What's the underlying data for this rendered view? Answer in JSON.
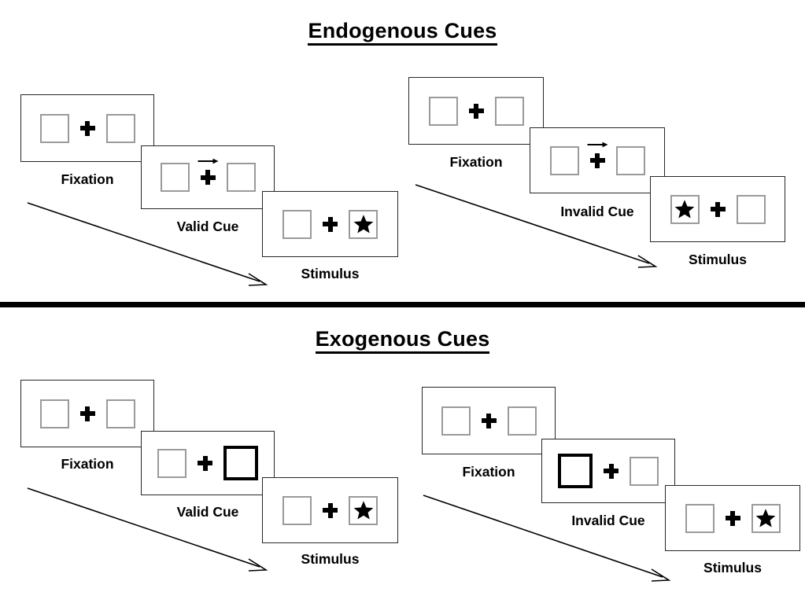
{
  "sections": [
    {
      "id": "endogenous",
      "title": "Endogenous Cues",
      "groups": [
        {
          "id": "endogenous-valid",
          "panels": [
            {
              "caption": "Fixation",
              "cue": "none",
              "left_content": "empty",
              "right_content": "empty"
            },
            {
              "caption": "Valid Cue",
              "cue": "arrow-right",
              "left_content": "empty",
              "right_content": "empty"
            },
            {
              "caption": "Stimulus",
              "cue": "none",
              "left_content": "empty",
              "right_content": "star"
            }
          ]
        },
        {
          "id": "endogenous-invalid",
          "panels": [
            {
              "caption": "Fixation",
              "cue": "none",
              "left_content": "empty",
              "right_content": "empty"
            },
            {
              "caption": "Invalid Cue",
              "cue": "arrow-right",
              "left_content": "empty",
              "right_content": "empty"
            },
            {
              "caption": "Stimulus",
              "cue": "none",
              "left_content": "star",
              "right_content": "empty"
            }
          ]
        }
      ]
    },
    {
      "id": "exogenous",
      "title": "Exogenous Cues",
      "groups": [
        {
          "id": "exogenous-valid",
          "panels": [
            {
              "caption": "Fixation",
              "cue": "none",
              "left_content": "empty",
              "right_content": "empty"
            },
            {
              "caption": "Valid Cue",
              "cue": "box-flash-right",
              "left_content": "empty",
              "right_content": "empty"
            },
            {
              "caption": "Stimulus",
              "cue": "none",
              "left_content": "empty",
              "right_content": "star"
            }
          ]
        },
        {
          "id": "exogenous-invalid",
          "panels": [
            {
              "caption": "Fixation",
              "cue": "none",
              "left_content": "empty",
              "right_content": "empty"
            },
            {
              "caption": "Invalid Cue",
              "cue": "box-flash-left",
              "left_content": "empty",
              "right_content": "empty"
            },
            {
              "caption": "Stimulus",
              "cue": "none",
              "left_content": "empty",
              "right_content": "star"
            }
          ]
        }
      ]
    }
  ],
  "icons": {
    "plus": "fixation-cross",
    "star": "star-target",
    "arrow": "rightward-arrow-cue",
    "flow": "time-flow-arrow"
  },
  "colors": {
    "ink": "#000000",
    "panel_border": "#262626",
    "box_border": "#9a9a9a",
    "cued_box_border": "#000000",
    "background": "#ffffff"
  }
}
